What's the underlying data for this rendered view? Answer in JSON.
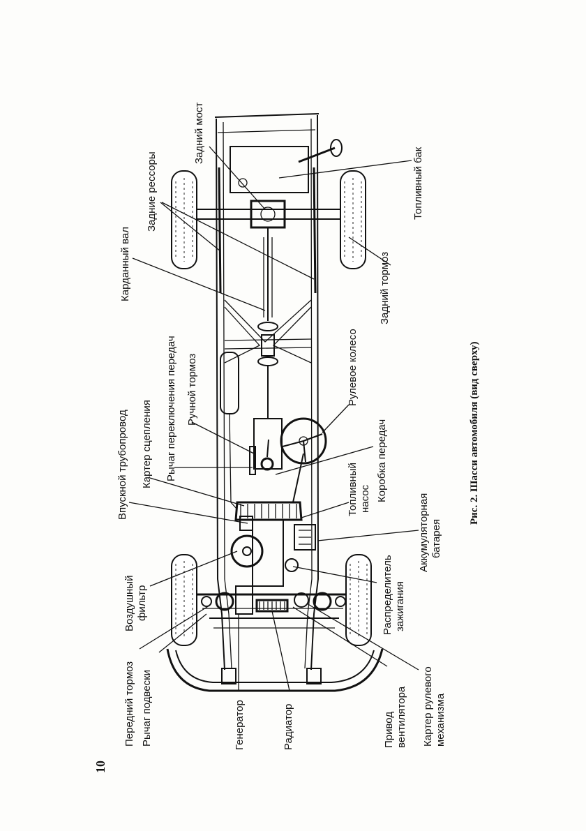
{
  "page_number": "10",
  "caption": "Рис. 2. Шасси автомобиля (вид сверху)",
  "labels": {
    "front_brake": "Передний тормоз",
    "suspension_arm": "Рычаг подвески",
    "air_filter_1": "Воздушный",
    "air_filter_2": "фильтр",
    "generator": "Генератор",
    "radiator": "Радиатор",
    "fan_drive_1": "Привод",
    "fan_drive_2": "вентилятора",
    "distributor_1": "Распределитель",
    "distributor_2": "зажигания",
    "steering_case_1": "Картер рулевого",
    "steering_case_2": "механизма",
    "battery_1": "Аккумуляторная",
    "battery_2": "батарея",
    "intake_pipe": "Впускной трубопровод",
    "clutch_case": "Картер сцепления",
    "gear_lever": "Рычаг переключения передач",
    "hand_brake": "Ручной тормоз",
    "fuel_pump_1": "Топливный",
    "fuel_pump_2": "насос",
    "gearbox": "Коробка передач",
    "steering_wheel": "Рулевое колесо",
    "cardan_shaft": "Карданный вал",
    "rear_springs": "Задние рессоры",
    "rear_axle": "Задний мост",
    "rear_brake": "Задний тормоз",
    "fuel_tank": "Топливный бак"
  }
}
